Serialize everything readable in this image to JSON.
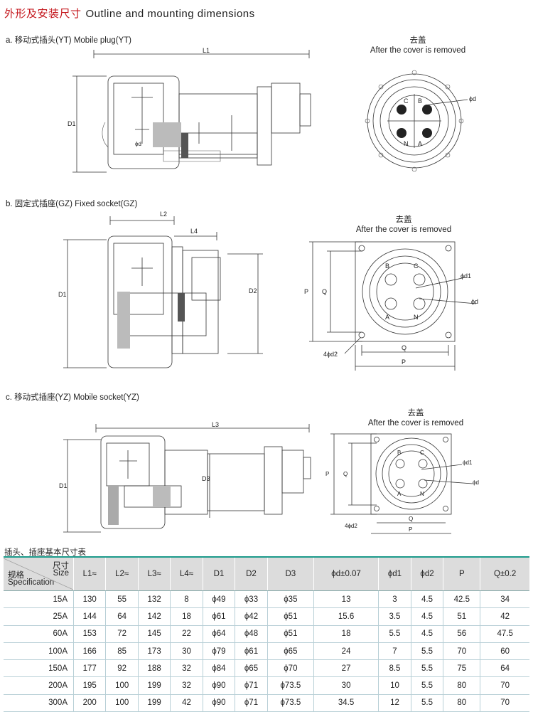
{
  "title": {
    "cn": "外形及安装尺寸",
    "en": "Outline and mounting dimensions"
  },
  "sections": {
    "a": "a. 移动式插头(YT)  Mobile plug(YT)",
    "b": "b. 固定式插座(GZ)  Fixed socket(GZ)",
    "c": "c. 移动式插座(YZ)  Mobile socket(YZ)"
  },
  "cover": {
    "cn": "去盖",
    "en": "After the cover is removed"
  },
  "labels": {
    "L1": "L1",
    "L2": "L2",
    "L3": "L3",
    "L4": "L4",
    "D1": "D1",
    "D2": "D2",
    "D3": "D3",
    "d": "ϕd",
    "d1": "ϕd1",
    "d2": "4ϕd2",
    "P": "P",
    "Q": "Q",
    "A": "A",
    "B": "B",
    "C": "C",
    "N": "N"
  },
  "table": {
    "title": "插头、插座基本尺寸表",
    "header_spec_top": "尺寸",
    "header_spec_size": "Size",
    "header_spec_cn": "规格",
    "header_spec_en": "Specification",
    "columns": [
      "L1≈",
      "L2≈",
      "L3≈",
      "L4≈",
      "D1",
      "D2",
      "D3",
      "ϕd±0.07",
      "ϕd1",
      "ϕd2",
      "P",
      "Q±0.2"
    ],
    "rows": [
      [
        "15A",
        "130",
        "55",
        "132",
        "8",
        "ϕ49",
        "ϕ33",
        "ϕ35",
        "13",
        "3",
        "4.5",
        "42.5",
        "34"
      ],
      [
        "25A",
        "144",
        "64",
        "142",
        "18",
        "ϕ61",
        "ϕ42",
        "ϕ51",
        "15.6",
        "3.5",
        "4.5",
        "51",
        "42"
      ],
      [
        "60A",
        "153",
        "72",
        "145",
        "22",
        "ϕ64",
        "ϕ48",
        "ϕ51",
        "18",
        "5.5",
        "4.5",
        "56",
        "47.5"
      ],
      [
        "100A",
        "166",
        "85",
        "173",
        "30",
        "ϕ79",
        "ϕ61",
        "ϕ65",
        "24",
        "7",
        "5.5",
        "70",
        "60"
      ],
      [
        "150A",
        "177",
        "92",
        "188",
        "32",
        "ϕ84",
        "ϕ65",
        "ϕ70",
        "27",
        "8.5",
        "5.5",
        "75",
        "64"
      ],
      [
        "200A",
        "195",
        "100",
        "199",
        "32",
        "ϕ90",
        "ϕ71",
        "ϕ73.5",
        "30",
        "10",
        "5.5",
        "80",
        "70"
      ],
      [
        "300A",
        "200",
        "100",
        "199",
        "42",
        "ϕ90",
        "ϕ71",
        "ϕ73.5",
        "34.5",
        "12",
        "5.5",
        "80",
        "70"
      ]
    ]
  }
}
